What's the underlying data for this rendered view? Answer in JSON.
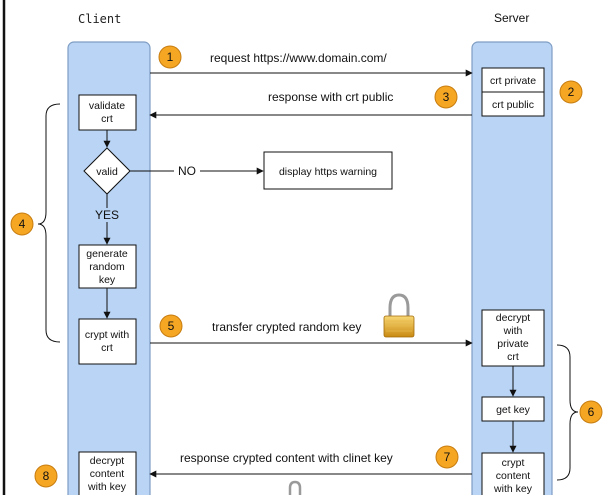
{
  "lanes": {
    "client": "Client",
    "server": "Server"
  },
  "client_boxes": {
    "validate": [
      "validate",
      "crt"
    ],
    "valid": "valid",
    "generate": [
      "generate",
      "random",
      "key"
    ],
    "crypt": [
      "crypt with",
      "crt"
    ],
    "decrypt": [
      "decrypt",
      "content",
      "with key"
    ]
  },
  "server_boxes": {
    "crt_private": "crt private",
    "crt_public": "crt public",
    "decrypt": [
      "decrypt",
      "with",
      "private",
      "crt"
    ],
    "get_key": "get key",
    "crypt": [
      "crypt",
      "content",
      "with key"
    ]
  },
  "warning_box": "display https warning",
  "edge_labels": {
    "no": "NO",
    "yes": "YES"
  },
  "messages": {
    "m1": "request https://www.domain.com/",
    "m3": "response with crt public",
    "m5": "transfer crypted random key",
    "m7": "response crypted content with clinet key"
  },
  "badges": [
    "1",
    "2",
    "3",
    "4",
    "5",
    "6",
    "7",
    "8"
  ],
  "colors": {
    "lane_fill": "#b9d4f4",
    "lane_stroke": "#7f9dc4",
    "badge_fill": "#f5a623",
    "badge_stroke": "#c77d10"
  },
  "icons": [
    "padlock-icon"
  ]
}
